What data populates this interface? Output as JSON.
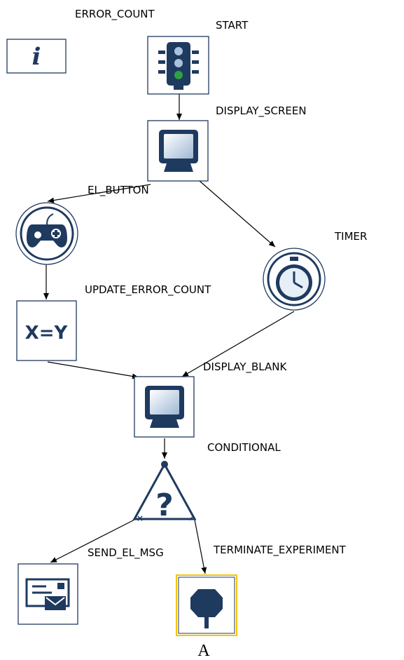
{
  "diagram": {
    "caption": "A",
    "info_icon_glyph": "i",
    "nodes": {
      "error_count": {
        "label": "ERROR_COUNT",
        "icon": "info-icon"
      },
      "start": {
        "label": "START",
        "icon": "traffic-light-icon"
      },
      "display_screen": {
        "label": "DISPLAY_SCREEN",
        "icon": "monitor-icon"
      },
      "el_button": {
        "label": "EL_BUTTON",
        "icon": "gamepad-icon"
      },
      "timer": {
        "label": "TIMER",
        "icon": "stopwatch-icon"
      },
      "update_error_count": {
        "label": "UPDATE_ERROR_COUNT",
        "icon": "assignment-icon",
        "glyph": "X=Y"
      },
      "display_blank": {
        "label": "DISPLAY_BLANK",
        "icon": "monitor-icon"
      },
      "conditional": {
        "label": "CONDITIONAL",
        "icon": "question-triangle-icon",
        "glyph": "?"
      },
      "send_el_msg": {
        "label": "SEND_EL_MSG",
        "icon": "envelope-icon"
      },
      "terminate_experiment": {
        "label": "TERMINATE_EXPERIMENT",
        "icon": "stop-sign-icon"
      }
    },
    "edges": [
      {
        "from": "start",
        "to": "display_screen"
      },
      {
        "from": "display_screen",
        "to": "el_button"
      },
      {
        "from": "display_screen",
        "to": "timer"
      },
      {
        "from": "el_button",
        "to": "update_error_count"
      },
      {
        "from": "update_error_count",
        "to": "display_blank"
      },
      {
        "from": "timer",
        "to": "display_blank"
      },
      {
        "from": "display_blank",
        "to": "conditional"
      },
      {
        "from": "conditional",
        "to": "send_el_msg"
      },
      {
        "from": "conditional",
        "to": "terminate_experiment"
      }
    ],
    "colors": {
      "icon_dark": "#1f3a5f",
      "icon_mid": "#4a6f9a",
      "icon_light": "#a9c3de",
      "highlight": "#f5c400",
      "green": "#2ea043"
    }
  }
}
